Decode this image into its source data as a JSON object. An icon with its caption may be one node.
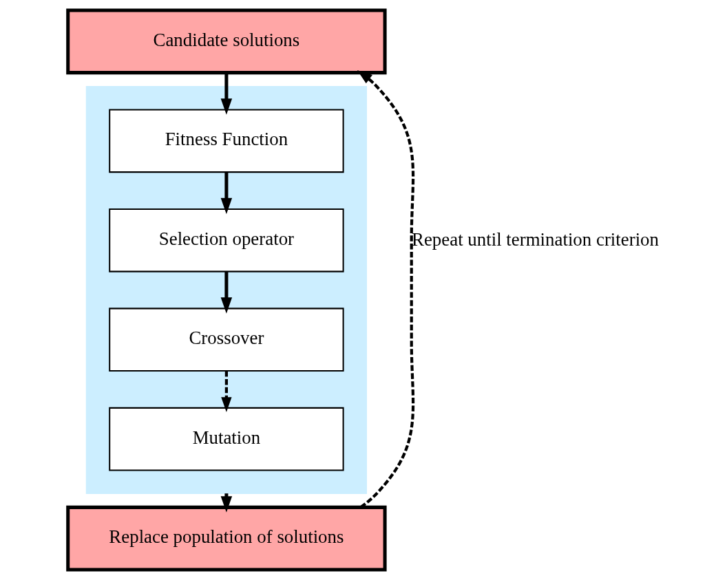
{
  "diagram": {
    "nodes": [
      {
        "text": [
          "Candidate solutions"
        ]
      },
      {
        "text": [],
        "shape": "box"
      },
      {
        "text": [
          "Fitness Function"
        ],
        "in": 1
      },
      {
        "text": [
          "Selection operator"
        ],
        "in": 1
      },
      {
        "text": [
          "Crossover"
        ],
        "in": 1
      },
      {
        "text": [
          "Mutation"
        ],
        "in": 1
      },
      {
        "text": [
          "Replace population of solutions"
        ]
      }
    ],
    "edges": [
      {
        "from": 0,
        "to": 2,
        "arrow": "to"
      },
      {
        "from": 2,
        "to": 3,
        "arrow": "to"
      },
      {
        "from": 3,
        "to": 4,
        "arrow": "to"
      },
      {
        "from": 4,
        "to": 5,
        "arrow": "to",
        "style": "dashed"
      },
      {
        "from": 1,
        "to": 6,
        "arrow": "to"
      },
      {
        "from": 6,
        "to": 0,
        "arrow": "to",
        "style": "dashed",
        "label": "Repeat until termination criterion"
      }
    ]
  }
}
